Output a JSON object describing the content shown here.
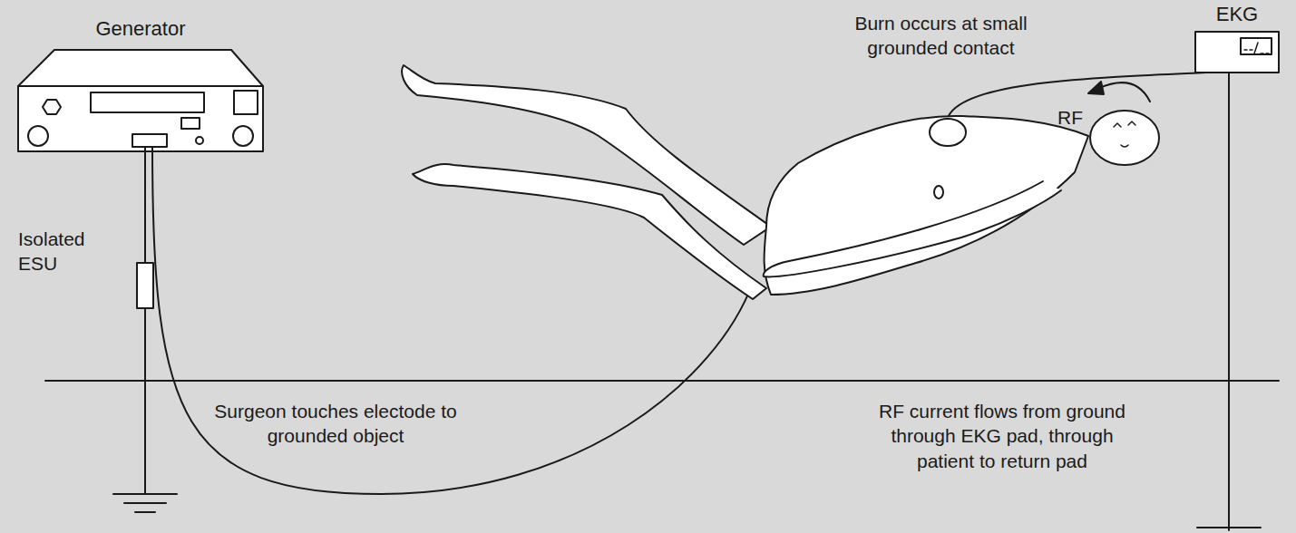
{
  "diagram": {
    "nodes": [
      {
        "text": [
          "Generator"
        ]
      },
      {
        "text": [
          "EKG"
        ]
      }
    ],
    "labels": [
      "Isolated ESU",
      "Burn occurs at small grounded contact",
      "RF",
      "Surgeon touches electode to grounded object",
      "RF current flows from ground through EKG pad, through patient to return pad"
    ]
  }
}
